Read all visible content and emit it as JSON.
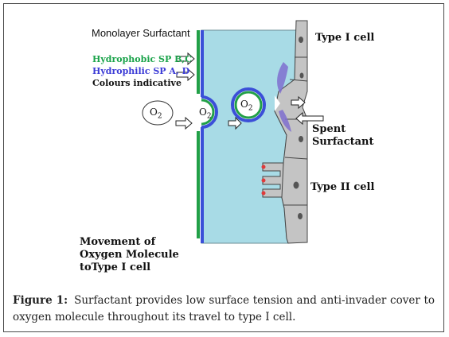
{
  "labels": {
    "monolayer": "Monolayer Surfactant",
    "hydrophobic": "Hydrophobic SP B,C",
    "hydrophilic": "Hydrophilic SP A, D",
    "colours": "Colours indicative",
    "type1": "Type I cell",
    "spent": "Spent Surfactant",
    "type2": "Type II cell",
    "movement": "Movement of Oxygen Molecule toType I cell",
    "o2_free": "O2",
    "o2_entering": "O2",
    "o2_vesicle": "O2"
  },
  "caption": {
    "label": "Figure 1:",
    "text": "Surfactant provides low surface tension and anti-invader cover to oxygen molecule throughout its travel to type I cell."
  },
  "colors": {
    "alveolar_fluid": "#a8dbe6",
    "hydrophobic": "#22a047",
    "hydrophilic": "#3b4fd8",
    "cell_gray": "#c4c4c4",
    "spent_purple": "#7f6fcf"
  }
}
